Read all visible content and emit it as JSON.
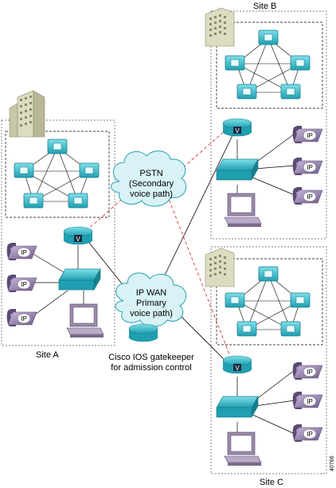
{
  "sites": {
    "a": {
      "label": "Site A"
    },
    "b": {
      "label": "Site B"
    },
    "c": {
      "label": "Site C"
    }
  },
  "clouds": {
    "pstn": {
      "lines": [
        "PSTN",
        "(Secondary",
        "voice path)"
      ]
    },
    "wan": {
      "lines": [
        "IP WAN",
        "Primary",
        "voice path)"
      ]
    }
  },
  "gatekeeper": {
    "lines": [
      "Cisco IOS gatekeeper",
      "for admission control"
    ]
  },
  "device_badges": {
    "router": "V",
    "phone": "IP"
  },
  "figure_id": "40766",
  "colors": {
    "teal": "#2fb8c8",
    "teal_dark": "#1a7f8d",
    "phone": "#8a7aa0",
    "phone_dark": "#5b4b73",
    "building": "#dcdcc0",
    "pc": "#9a8ba8",
    "dashed_link": "#d42020",
    "box_border": "#555555"
  }
}
